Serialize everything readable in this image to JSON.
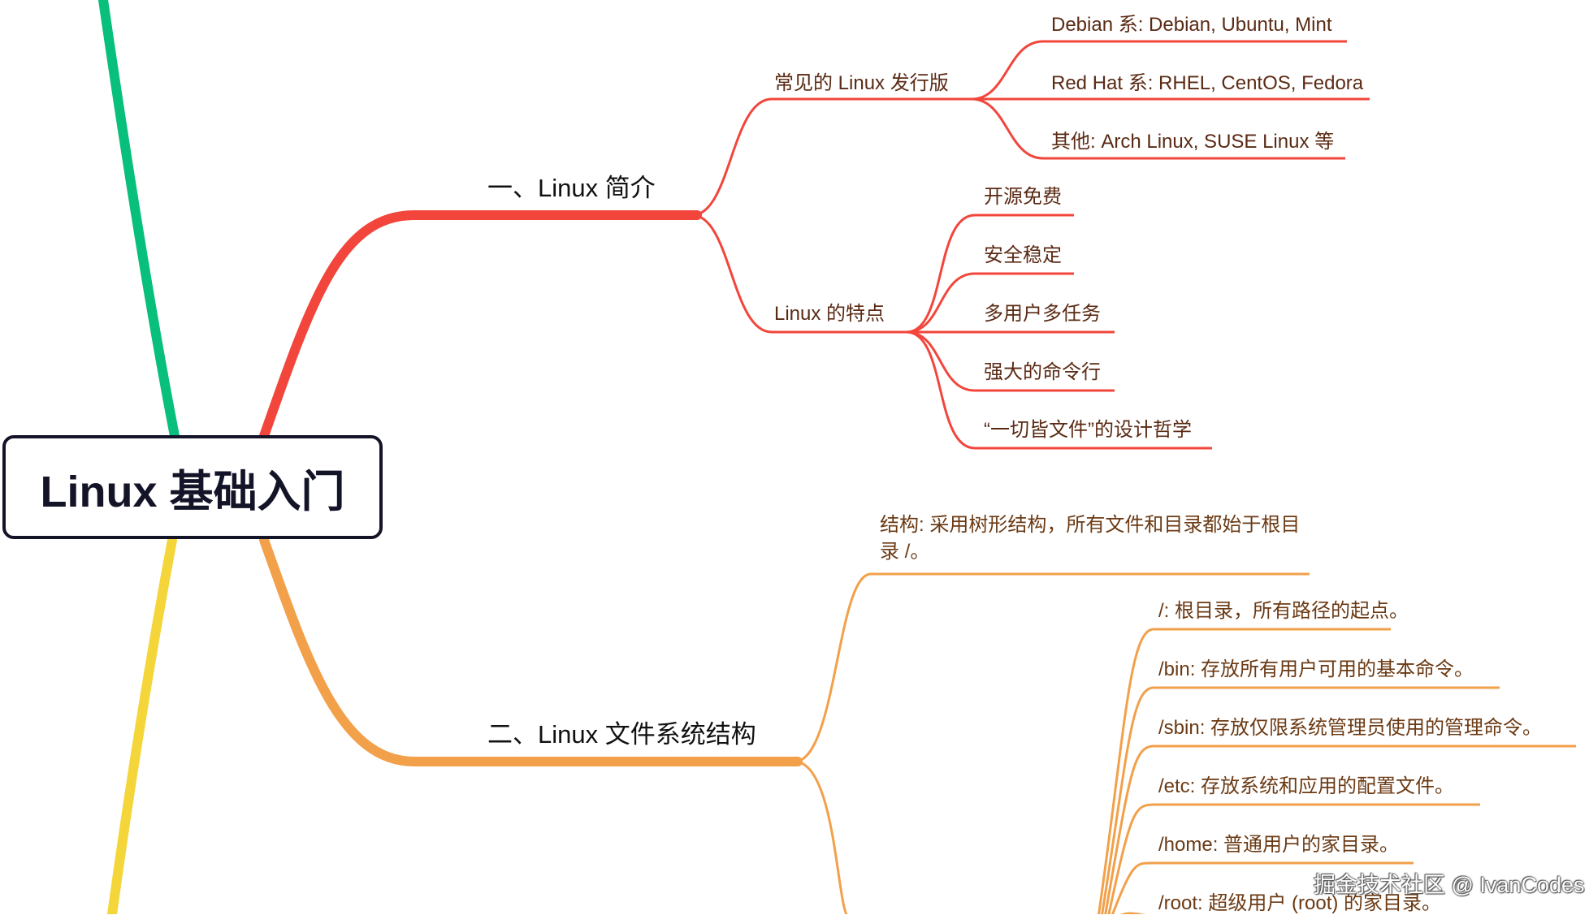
{
  "root": {
    "title": "Linux 基础入门"
  },
  "colors": {
    "green": "#08bf7b",
    "red": "#f2463c",
    "orange": "#f2a04a",
    "yellow": "#f4d63a",
    "root_border": "#141428"
  },
  "sections": [
    {
      "title": "一、Linux 简介",
      "groups": [
        {
          "label": "常见的 Linux 发行版",
          "items": [
            "Debian 系: Debian, Ubuntu, Mint",
            "Red Hat 系: RHEL, CentOS, Fedora",
            "其他: Arch Linux, SUSE Linux 等"
          ]
        },
        {
          "label": "Linux 的特点",
          "items": [
            "开源免费",
            "安全稳定",
            "多用户多任务",
            "强大的命令行",
            "“一切皆文件”的设计哲学"
          ]
        }
      ]
    },
    {
      "title": "二、Linux 文件系统结构",
      "structure_note": "结构: 采用树形结构，所有文件和目录都始于根目录 /。",
      "directories": [
        "/: 根目录，所有路径的起点。",
        "/bin: 存放所有用户可用的基本命令。",
        "/sbin: 存放仅限系统管理员使用的管理命令。",
        "/etc: 存放系统和应用的配置文件。",
        "/home: 普通用户的家目录。",
        "/root: 超级用户 (root) 的家目录。"
      ]
    }
  ],
  "watermark": "掘金技术社区 @ IvanCodes"
}
